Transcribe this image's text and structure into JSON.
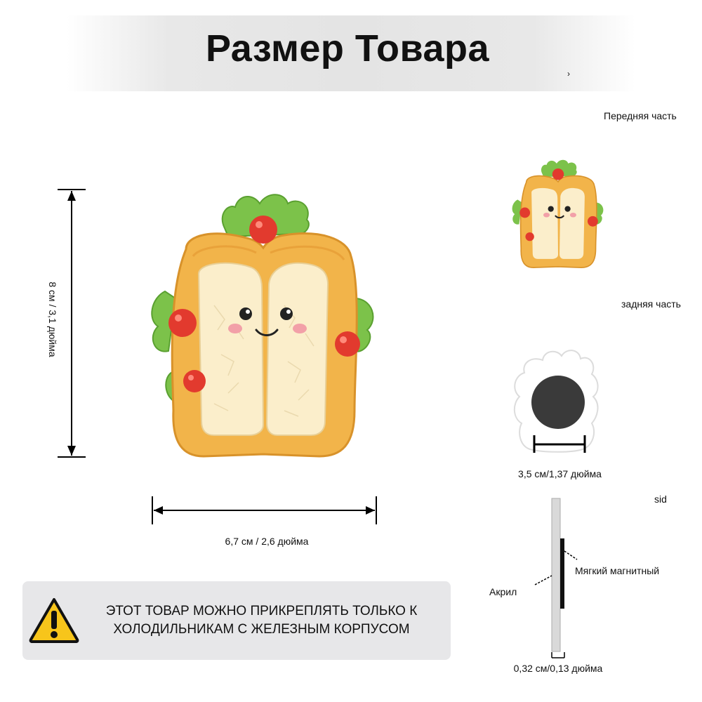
{
  "header": {
    "title": "Размер Товара",
    "corner_mark": "›"
  },
  "views": {
    "front_label": "Передняя часть",
    "back_label": "задняя часть",
    "side_label": "sid"
  },
  "dimensions": {
    "height_label": "8 см / 3,1 дюйма",
    "width_label": "6,7 см / 2,6 дюйма",
    "magnet_label": "3,5 см/1,37 дюйма",
    "thickness_label": "0,32 см/0,13 дюйма"
  },
  "materials": {
    "acrylic_label": "Акрил",
    "magnet_label": "Мягкий магнитный"
  },
  "warning": {
    "line1": "ЭТОТ ТОВАР МОЖНО ПРИКРЕПЛЯТЬ ТОЛЬКО К",
    "line2": "ХОЛОДИЛЬНИКАМ С ЖЕЛЕЗНЫМ КОРПУСОМ"
  },
  "colors": {
    "crust": "#f2b44a",
    "bread": "#fbeecb",
    "lettuce": "#7cc24a",
    "tomato": "#e23a2e",
    "warning_yellow": "#f7c51b"
  }
}
